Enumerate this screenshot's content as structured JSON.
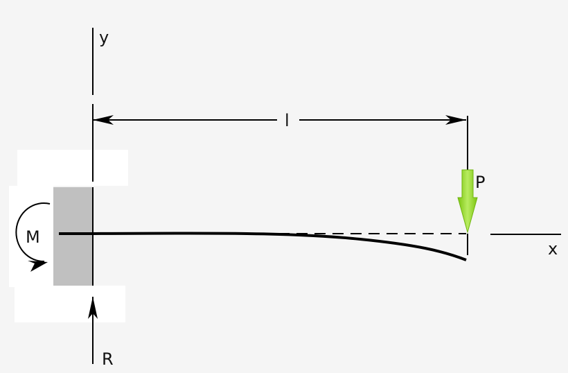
{
  "labels": {
    "y_axis": "y",
    "x_axis": "x",
    "length": "l",
    "load": "P",
    "moment": "M",
    "reaction": "R"
  },
  "colors": {
    "background": "#f5f5f5",
    "wall": "#c0c0c0",
    "load_arrow": "#8ccf1e",
    "line": "#000000"
  }
}
